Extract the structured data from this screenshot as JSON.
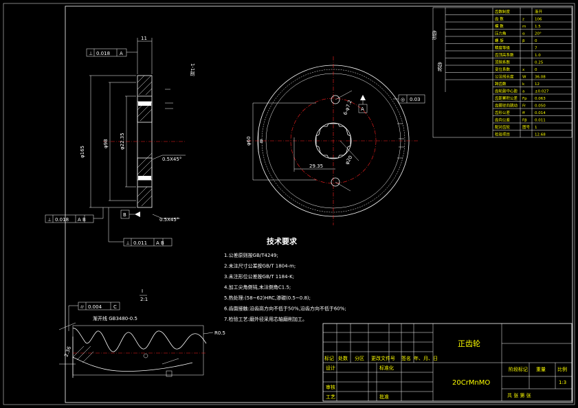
{
  "gear_params": [
    {
      "label": "齿数制度",
      "sym": "",
      "value": "渐开"
    },
    {
      "label": "齿 数",
      "sym": "z",
      "value": "106"
    },
    {
      "label": "模 数",
      "sym": "m",
      "value": "1.5"
    },
    {
      "label": "压力角",
      "sym": "α",
      "value": "20°"
    },
    {
      "label": "螺 旋",
      "sym": "β",
      "value": "0"
    },
    {
      "label": "精度等级",
      "sym": "",
      "value": "7"
    },
    {
      "label": "齿顶高系数",
      "sym": "",
      "value": "1.0"
    },
    {
      "label": "顶隙系数",
      "sym": "",
      "value": "0.25"
    },
    {
      "label": "变位系数",
      "sym": "x",
      "value": "0"
    },
    {
      "label": "公法线长度",
      "sym": "W",
      "value": "36.08"
    },
    {
      "label": "跨齿数",
      "sym": "k",
      "value": "12"
    },
    {
      "label": "齿轮副中心距",
      "sym": "a",
      "value": "±0.027"
    },
    {
      "label": "齿距累积公差",
      "sym": "Fp",
      "value": "0.063"
    },
    {
      "label": "齿圈径向跳动",
      "sym": "Fr",
      "value": "0.050"
    },
    {
      "label": "齿形公差",
      "sym": "ff",
      "value": "0.014"
    },
    {
      "label": "齿向公差",
      "sym": "Fβ",
      "value": "0.011"
    },
    {
      "label": "配对齿轮",
      "sym": "图号",
      "value": "1"
    },
    {
      "label": "检验项目",
      "sym": "",
      "value": "12.68"
    }
  ],
  "side_labels": [
    "齿形",
    "齿轮"
  ],
  "views": {
    "section_label": "1-1剖",
    "detail_label": "I",
    "detail_scale": "2:1"
  },
  "dims": {
    "width": "11",
    "d1": "φ165",
    "d2": "φ98",
    "d3": "φ22.35",
    "chamfer1": "0.5X45°",
    "chamfer2": "0.5X45°",
    "hole": "6-φ7.2",
    "spline": "φ20",
    "center": "29.35",
    "pcd": "φ60",
    "dimB": "B",
    "fillet": "R0.5",
    "tooth_w": "2.36",
    "wear": "渐开线 GB3480-0.5"
  },
  "tolerances": [
    {
      "sym": "⊥",
      "val": "0.018",
      "datum": "A"
    },
    {
      "sym": "⊥",
      "val": "0.018",
      "datum": "A B"
    },
    {
      "sym": "⊥",
      "val": "0.011",
      "datum": "A B"
    },
    {
      "sym": "◎",
      "val": "0.03",
      "datum": ""
    },
    {
      "sym": "⌭",
      "val": "0.004",
      "datum": "C"
    }
  ],
  "datums": [
    "A",
    "B",
    "C"
  ],
  "tech": {
    "title": "技术要求",
    "items": [
      "1.公差原则按GB/T4249;",
      "2.未注尺寸公差按GB/T 1804-m;",
      "3.未注形位公差按GB/T 1184-K;",
      "4.加工尖角倒钝,未注倒角C1.5;",
      "5.热处理:(58~62)HRC,渗碳(0.5~0.8);",
      "6.齿面接触:沿齿高方向不低于50%,沿齿方向不低于60%;",
      "7.检验工艺:磨外径采用芯轴磨削加工。"
    ]
  },
  "title_block": {
    "part_name": "正齿轮",
    "material": "20CrMnMO",
    "scale": "1:3",
    "row_labels": [
      "标记",
      "处数",
      "分区",
      "更改文件号",
      "签名",
      "年、月、日"
    ],
    "design": "设计",
    "std": "标准化",
    "check": "审核",
    "process": "工艺",
    "approve": "批准",
    "stage": "阶段标记",
    "weight": "重量",
    "ratio": "比例",
    "sheets": "共  张  第  张"
  }
}
